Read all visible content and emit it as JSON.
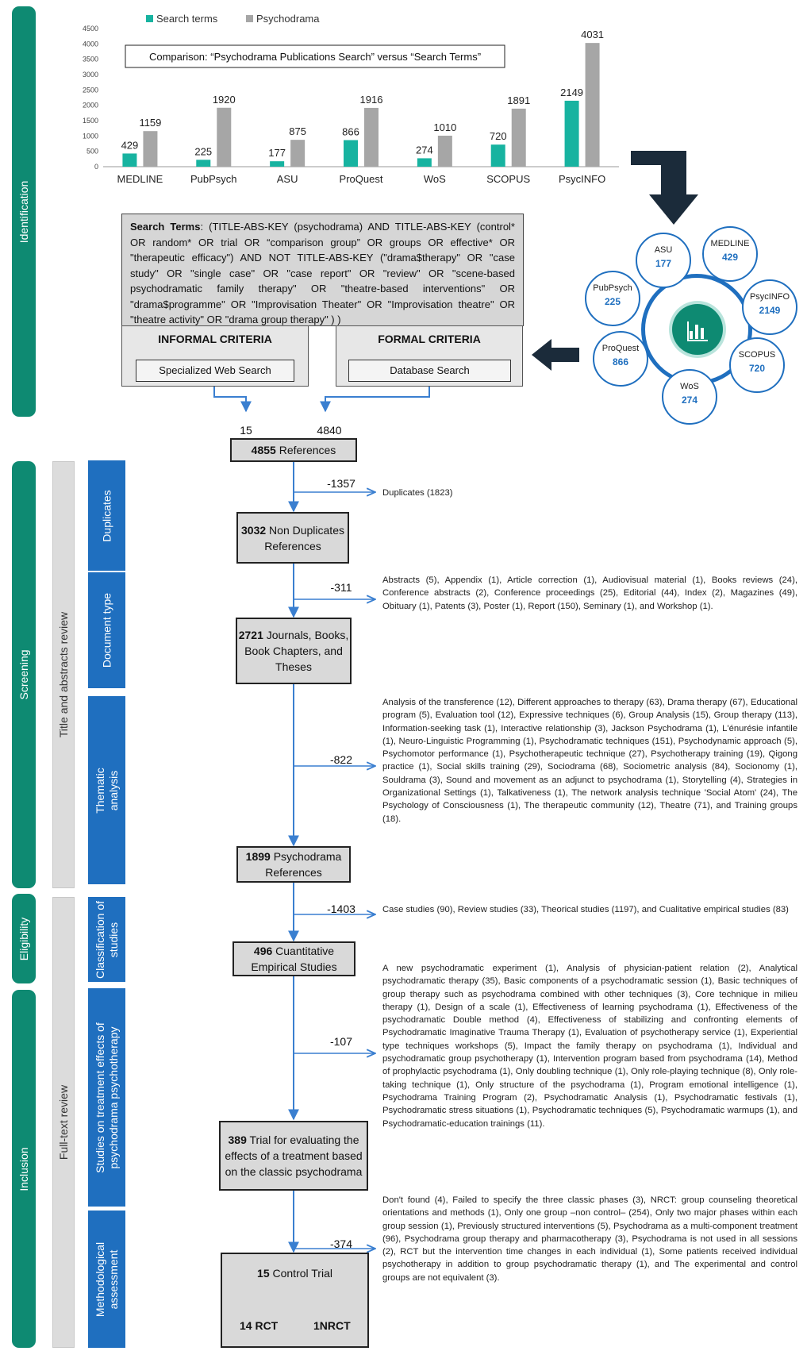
{
  "chart_data": {
    "type": "bar",
    "title": "Comparison: “Psychodrama Publications Search” versus “Search Terms”",
    "categories": [
      "MEDLINE",
      "PubPsych",
      "ASU",
      "ProQuest",
      "WoS",
      "SCOPUS",
      "PsycINFO"
    ],
    "series": [
      {
        "name": "Search terms",
        "color": "#17b3a0",
        "values": [
          429,
          225,
          177,
          866,
          274,
          720,
          2149
        ]
      },
      {
        "name": "Psychodrama",
        "color": "#a6a6a6",
        "values": [
          1159,
          1920,
          875,
          1916,
          1010,
          1891,
          4031
        ]
      }
    ],
    "ylim": [
      0,
      4500
    ],
    "yticks": [
      "0",
      "500",
      "1000",
      "1500",
      "2000",
      "2500",
      "3000",
      "3500",
      "4000",
      "4500"
    ],
    "legend": "top-left"
  },
  "stages": {
    "identification": "Identification",
    "screening": "Screening",
    "eligibility": "Eligibility",
    "inclusion": "Inclusion"
  },
  "phases": {
    "title_abstracts": "Title and abstracts review",
    "full_text": "Full-text review"
  },
  "steps": {
    "duplicates": "Duplicates",
    "document_type": "Document type",
    "thematic": "Thematic analysis",
    "classification": "Classification of studies",
    "treatment": "Studies on treatment effects of psychodrama psychotherapy",
    "methodological": "Methodological assessment"
  },
  "search_terms": {
    "label": "Search Terms",
    "text": ": (TITLE-ABS-KEY (psychodrama) AND TITLE-ABS-KEY (control* OR random* OR trial OR “comparison group” OR groups OR effective* OR \"therapeutic efficacy\") AND NOT TITLE-ABS-KEY (\"drama$therapy\" OR \"case study\" OR \"single case\" OR \"case report\" OR \"review\" OR \"scene-based psychodramatic family therapy\" OR \"theatre-based interventions\" OR \"drama$programme\" OR \"Improvisation Theater\" OR \"Improvisation theatre\" OR \"theatre activity\" OR \"drama group therapy\" ) )"
  },
  "criteria": {
    "informal_title": "INFORMAL CRITERIA",
    "informal_item": "Specialized Web Search",
    "formal_title": "FORMAL CRITERIA",
    "formal_item": "Database Search",
    "informal_count": "15",
    "formal_count": "4840"
  },
  "databases": [
    {
      "name": "MEDLINE",
      "value": "429"
    },
    {
      "name": "PsycINFO",
      "value": "2149"
    },
    {
      "name": "SCOPUS",
      "value": "720"
    },
    {
      "name": "WoS",
      "value": "274"
    },
    {
      "name": "ProQuest",
      "value": "866"
    },
    {
      "name": "PubPsych",
      "value": "225"
    },
    {
      "name": "ASU",
      "value": "177"
    }
  ],
  "boxes": {
    "b1_num": "4855",
    "b1_text": " References",
    "b2_num": "3032",
    "b2_text": " Non Duplicates References",
    "b3_num": "2721",
    "b3_text": " Journals, Books, Book Chapters, and Theses",
    "b4_num": "1899",
    "b4_text": " Psychodrama References",
    "b5_num": "496",
    "b5_text": " Cuantitative Empirical Studies",
    "b6_num": "389",
    "b6_text": " Trial for evaluating the effects of a treatment based on the classic psychodrama",
    "b7_num": "15",
    "b7_text": " Control Trial",
    "b7_rct": "14 RCT",
    "b7_nrct": "1NRCT"
  },
  "exclusions": {
    "e1_count": "-1357",
    "e1_text": "Duplicates (1823)",
    "e2_count": "-311",
    "e2_text": "Abstracts (5), Appendix (1), Article correction (1), Audiovisual material (1), Books reviews (24), Conference abstracts (2), Conference proceedings (25), Editorial (44), Index (2), Magazines (49), Obituary (1), Patents (3), Poster (1), Report (150), Seminary (1), and Workshop (1).",
    "e3_count": "-822",
    "e3_text": "Analysis of the transference (12), Different approaches to therapy (63), Drama therapy (67), Educational program (5), Evaluation tool (12), Expressive techniques (6), Group Analysis (15), Group therapy (113), Information-seeking task (1), Interactive relationship (3), Jackson Psychodrama (1), L'énurésie infantile (1), Neuro-Linguistic Programming (1), Psychodramatic techniques (151), Psychodynamic approach (5), Psychomotor performance (1), Psychotherapeutic technique (27), Psychotherapy training (19), Qigong practice (1), Social skills training (29), Sociodrama (68), Sociometric analysis (84), Socionomy (1), Souldrama (3), Sound and movement as an adjunct to psychodrama (1), Storytelling (4), Strategies in Organizational Settings (1), Talkativeness (1), The network analysis technique 'Social Atom' (24), The Psychology of Consciousness (1), The therapeutic community (12), Theatre (71), and Training groups (18).",
    "e4_count": "-1403",
    "e4_text": "Case studies (90), Review studies (33), Theorical studies (1197), and Cualitative empirical studies (83)",
    "e5_count": "-107",
    "e5_text": "A new psychodramatic experiment (1), Analysis of physician-patient relation (2), Analytical psychodramatic therapy (35), Basic components of a psychodramatic session (1), Basic techniques of group therapy such as psychodrama combined with other techniques (3), Core technique in milieu therapy (1), Design of a scale (1), Effectiveness of learning psychodrama (1), Effectiveness of the psychodramatic Double method (4), Effectiveness of stabilizing and confronting elements of Psychodramatic Imaginative Trauma Therapy (1), Evaluation of psychotherapy service (1), Experiential type techniques workshops (5), Impact the family therapy on psychodrama (1), Individual and psychodramatic group psychotherapy (1), Intervention program based from psychodrama (14), Method of prophylactic psychodrama (1), Only doubling technique (1), Only role-playing technique (8), Only role-taking technique (1), Only structure of the psychodrama (1), Program emotional intelligence (1), Psychodrama Training Program (2), Psychodramatic Analysis (1), Psychodramatic festivals (1), Psychodramatic stress situations (1), Psychodramatic techniques (5), Psychodramatic warmups (1), and Psychodramatic-education trainings (11).",
    "e6_count": "-374",
    "e6_text": "Don't found (4), Failed to specify the three classic phases (3), NRCT: group counseling theoretical orientations and methods (1), Only one group –non control– (254), Only two major phases within each group session (1), Previously structured interventions (5), Psychodrama as a multi-component treatment (96), Psychodrama group therapy and pharmacotherapy (3), Psychodrama is not used in all sessions (2), RCT but the intervention time changes in each individual (1), Some patients received individual psychotherapy in addition to group psychodramatic therapy (1), and The experimental and control groups are not equivalent (3)."
  },
  "colors": {
    "stage": "#0e8a72",
    "step": "#1f6fbf",
    "arrow": "#3a7fd0",
    "search_bar": "#17b3a0",
    "psycho_bar": "#a6a6a6"
  }
}
